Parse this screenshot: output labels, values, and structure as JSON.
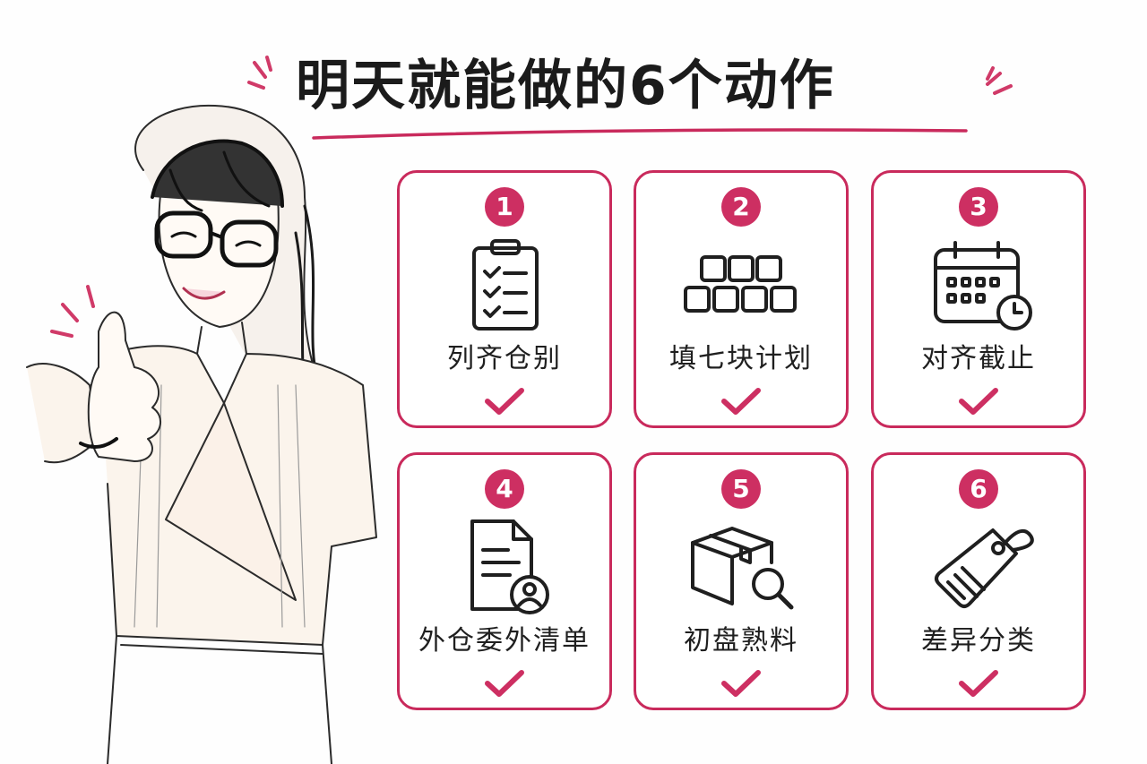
{
  "title": "明天就能做的6个动作",
  "accent_color": "#cd2f62",
  "cards": [
    {
      "number": "1",
      "label": "列齐仓别",
      "icon": "clipboard-checklist-icon"
    },
    {
      "number": "2",
      "label": "填七块计划",
      "icon": "seven-blocks-icon"
    },
    {
      "number": "3",
      "label": "对齐截止",
      "icon": "calendar-clock-icon"
    },
    {
      "number": "4",
      "label": "外仓委外清单",
      "icon": "document-person-icon"
    },
    {
      "number": "5",
      "label": "初盘熟料",
      "icon": "box-magnifier-icon"
    },
    {
      "number": "6",
      "label": "差异分类",
      "icon": "tag-icon"
    }
  ]
}
